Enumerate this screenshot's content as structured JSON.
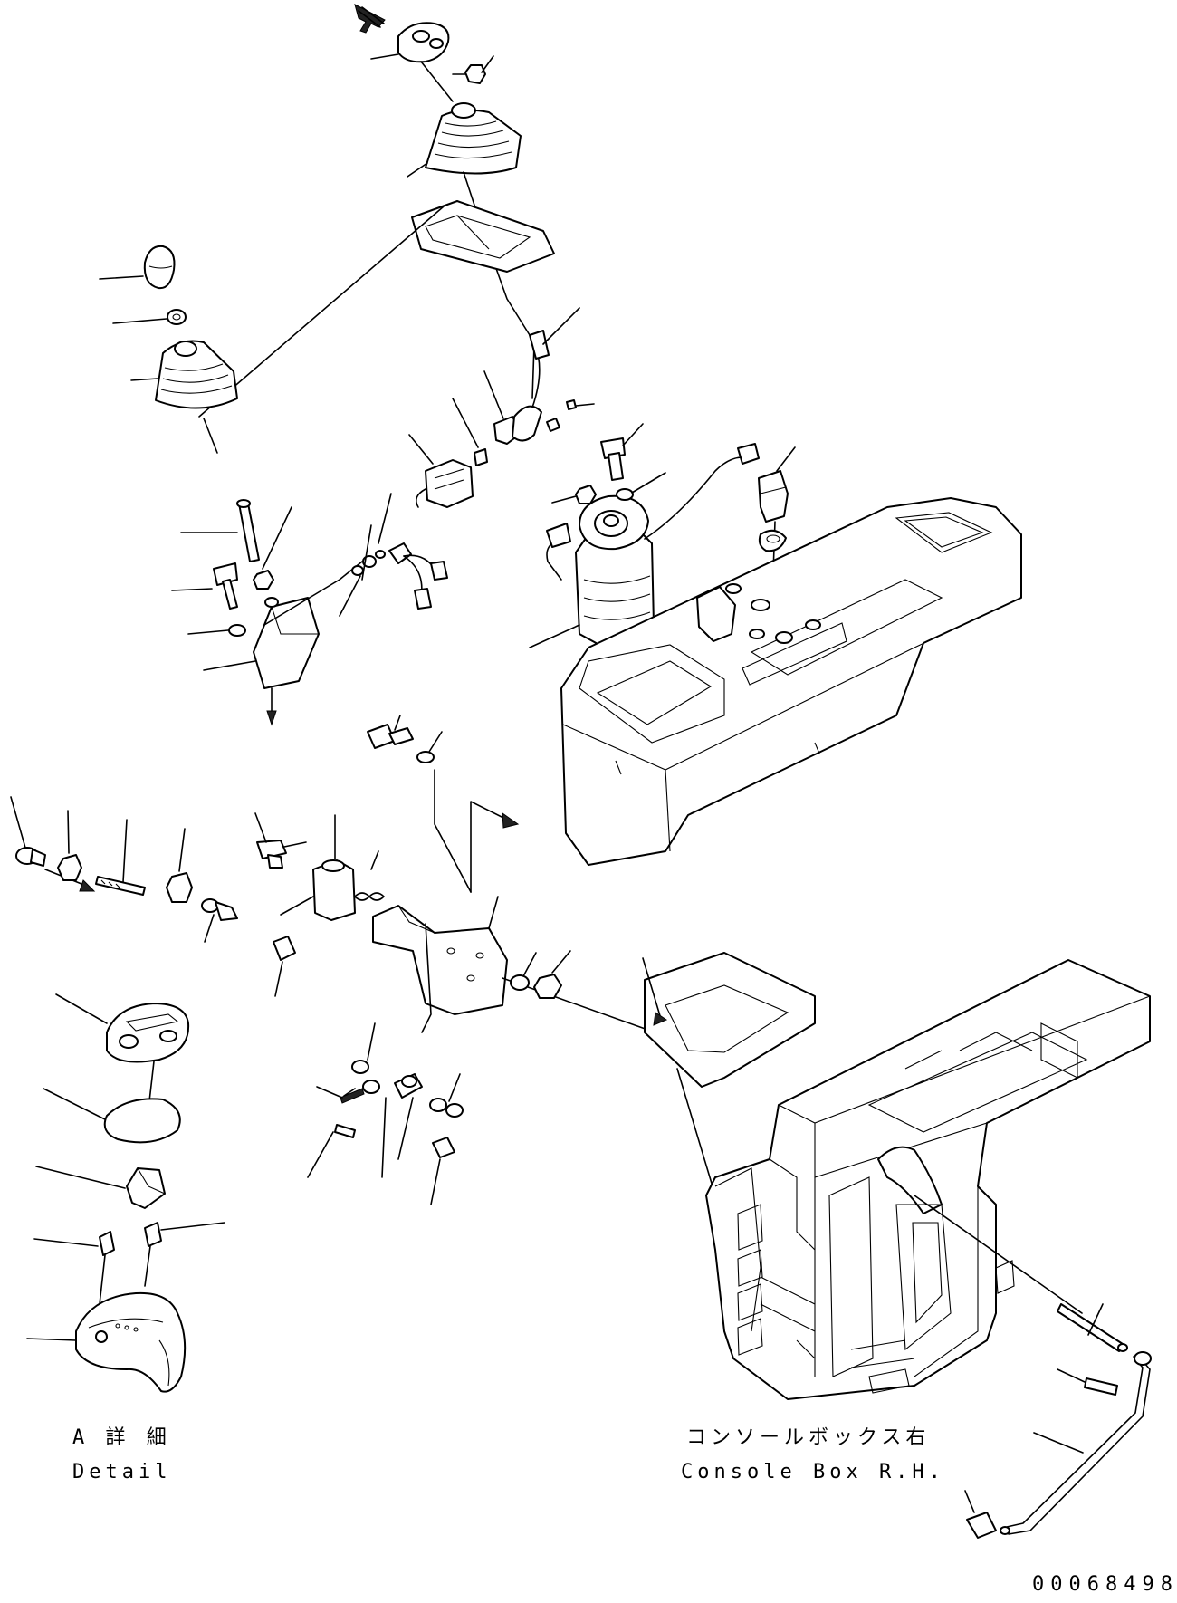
{
  "detail_caption": {
    "jp": "A 詳 細",
    "en": "Detail"
  },
  "console_caption": {
    "jp": "コンソールボックス右",
    "en": "Console Box R.H."
  },
  "figure_number": "00068498"
}
